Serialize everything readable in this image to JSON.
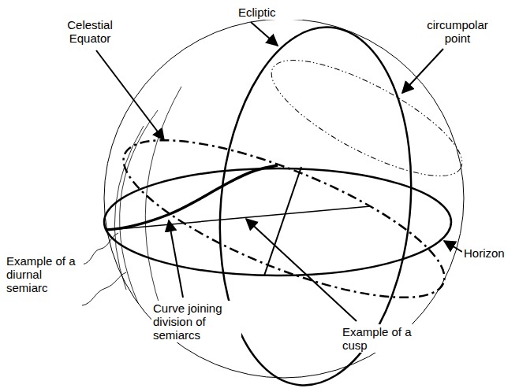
{
  "diagram": {
    "labels": [
      "Ecliptic",
      "Celestial Equator",
      "circumpolar point",
      "Example of a diurnal semiarc",
      "Curve joining division of semiarcs",
      "Example of a cusp",
      "Horizon"
    ]
  }
}
